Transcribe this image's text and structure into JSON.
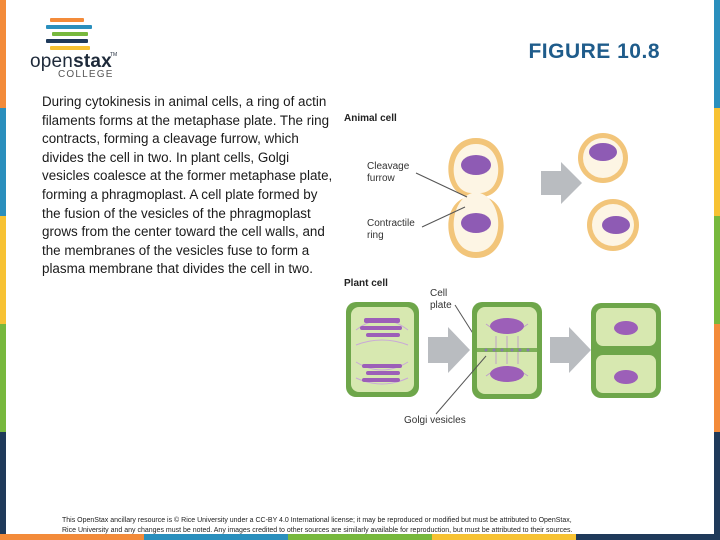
{
  "logo": {
    "word_light": "open",
    "word_bold": "stax",
    "tm": "TM",
    "sub": "COLLEGE",
    "bar_colors": [
      "#f38b3a",
      "#2a8fbd",
      "#77b83d",
      "#1f3a5a",
      "#f7c233"
    ]
  },
  "header": {
    "title": "FIGURE 10.8"
  },
  "body_text": "During cytokinesis in animal cells, a ring of actin filaments forms at the metaphase plate. The ring contracts, forming a cleavage furrow, which divides the cell in two. In plant cells, Golgi vesicles coalesce at the former metaphase plate, forming a phragmoplast. A cell plate formed by the fusion of the vesicles of the phragmoplast grows from the center toward the cell walls, and the membranes of the vesicles fuse to form a plasma membrane that divides the cell in two.",
  "figure": {
    "animal_label": "Animal cell",
    "cleavage_label": "Cleavage furrow",
    "cleavage_line1": "Cleavage",
    "cleavage_line2": "furrow",
    "ring_line1": "Contractile",
    "ring_line2": "ring",
    "plant_label": "Plant cell",
    "cellplate_line1": "Cell",
    "cellplate_line2": "plate",
    "golgi_label": "Golgi vesicles",
    "colors": {
      "membrane_outer": "#f2c57a",
      "cytoplasm": "#fdf5e4",
      "nucleus": "#8e5bb4",
      "wall": "#6ea64a",
      "plant_cyto": "#d7e8b0",
      "arrow": "#b9bcc0",
      "chromatin": "#9c5fb8"
    }
  },
  "footer": {
    "line1": "This OpenStax ancillary resource is © Rice University under a CC-BY 4.0 International license; it may be reproduced or modified but must be attributed to OpenStax,",
    "line2": "Rice University and any changes must be noted. Any images credited to other sources are similarly available for reproduction, but must be attributed to their sources."
  },
  "edge_colors": [
    "#f38b3a",
    "#2a8fbd",
    "#77b83d",
    "#1f3a5a",
    "#f7c233"
  ]
}
